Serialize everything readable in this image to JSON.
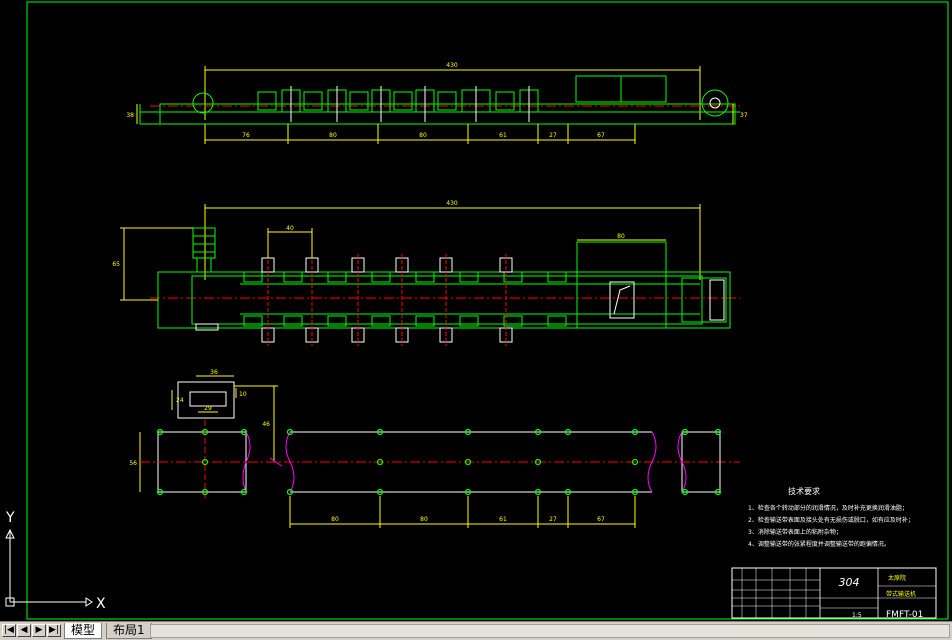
{
  "drawing": {
    "dims_top": {
      "overall": "430",
      "segments": [
        "76",
        "80",
        "80",
        "61",
        "27",
        "67"
      ],
      "height_left": "38",
      "height_right": "37"
    },
    "dims_middle": {
      "overall": "430",
      "spacing": "40",
      "box": "80",
      "height_left": "65"
    },
    "dims_bottom": {
      "w1": "36",
      "w2": "29",
      "h1": "24",
      "h2": "10",
      "h3": "46",
      "left_h": "56",
      "segments": [
        "80",
        "80",
        "61",
        "27",
        "67"
      ]
    }
  },
  "tech_notes": {
    "title": "技术要求",
    "items": [
      "1、检查各个转动部分的润滑情况，及时补充更换润滑油脂；",
      "2、检查输送带表面及接头处有无损伤或脱口，如有应及时补；",
      "3、消除输送带表面上的粘附杂物；",
      "4、调整输送带的张紧程度并调整输送带的跑偏情况。"
    ]
  },
  "title_block": {
    "material": "304",
    "company": "太原院",
    "part_name": "带式输送机",
    "drawing_no": "FMFT-01",
    "scale": "1:5"
  },
  "ucs": {
    "x_label": "X",
    "y_label": "Y"
  },
  "tabs": {
    "model": "模型",
    "layout1": "布局1"
  },
  "nav_buttons": [
    "|◀",
    "◀",
    "▶",
    "▶|"
  ]
}
